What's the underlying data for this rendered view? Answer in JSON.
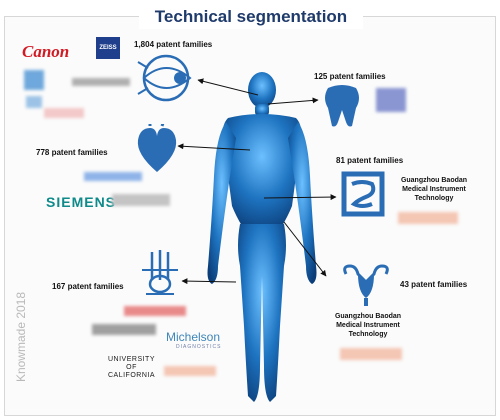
{
  "title": "Technical segmentation",
  "watermark": "Knowmade 2018",
  "segments": {
    "eye": "1,804 patent families",
    "teeth": "125 patent families",
    "heart": "778 patent families",
    "digestive": "81 patent families",
    "skin": "167 patent families",
    "reproductive": "43 patent families"
  },
  "companies": {
    "canon": "Canon",
    "zeiss": "ZEISS",
    "siemens": "SIEMENS",
    "michelson": "Michelson",
    "michelson_sub": "DIAGNOSTICS",
    "uc_line1": "UNIVERSITY",
    "uc_line2": "OF",
    "uc_line3": "CALIFORNIA",
    "guangzhou1_line1": "Guangzhou Baodan",
    "guangzhou1_line2": "Medical Instrument",
    "guangzhou1_line3": "Technology",
    "guangzhou2_line1": "Guangzhou Baodan",
    "guangzhou2_line2": "Medical Instrument",
    "guangzhou2_line3": "Technology"
  },
  "colors": {
    "title": "#1f3b6b",
    "body": "#1e73c0",
    "icon": "#2a6db5",
    "arrow": "#111111"
  }
}
